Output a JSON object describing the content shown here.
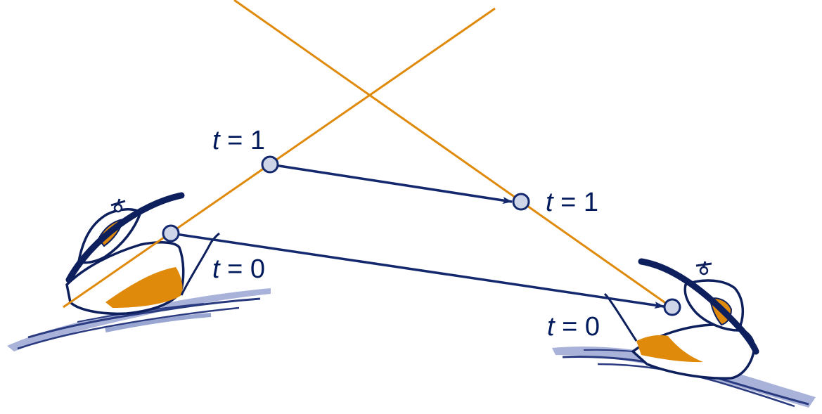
{
  "colors": {
    "trajectory": "#e08a0b",
    "arrow": "#14286e",
    "point_fill": "#cfd5e8",
    "point_stroke": "#14286e",
    "hull": "#ffffff",
    "hull_outline": "#0d1f5c",
    "hull_accent": "#e08a0b",
    "water": "#9aa6d2",
    "water_dark": "#2a3a80"
  },
  "icons": {
    "left_ship": "ship-icon",
    "right_ship": "ship-icon"
  },
  "labels": {
    "left_t1": {
      "var": "t",
      "rest": " = 1"
    },
    "left_t0": {
      "var": "t",
      "rest": " = 0"
    },
    "right_t1": {
      "var": "t",
      "rest": " = 1"
    },
    "right_t0": {
      "var": "t",
      "rest": " = 0"
    }
  }
}
